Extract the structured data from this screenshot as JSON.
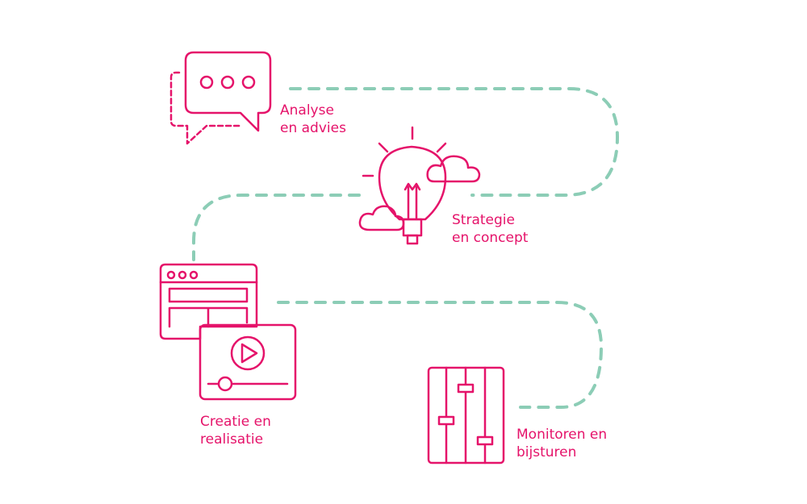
{
  "colors": {
    "accent": "#e5136a",
    "path": "#8ccdb6"
  },
  "steps": [
    {
      "line1": "Analyse",
      "line2": "en advies",
      "icon": "chat-bubbles-icon"
    },
    {
      "line1": "Strategie",
      "line2": "en concept",
      "icon": "lightbulb-icon"
    },
    {
      "line1": "Creatie en",
      "line2": "realisatie",
      "icon": "browser-video-icon"
    },
    {
      "line1": "Monitoren en",
      "line2": "bijsturen",
      "icon": "sliders-icon"
    }
  ]
}
